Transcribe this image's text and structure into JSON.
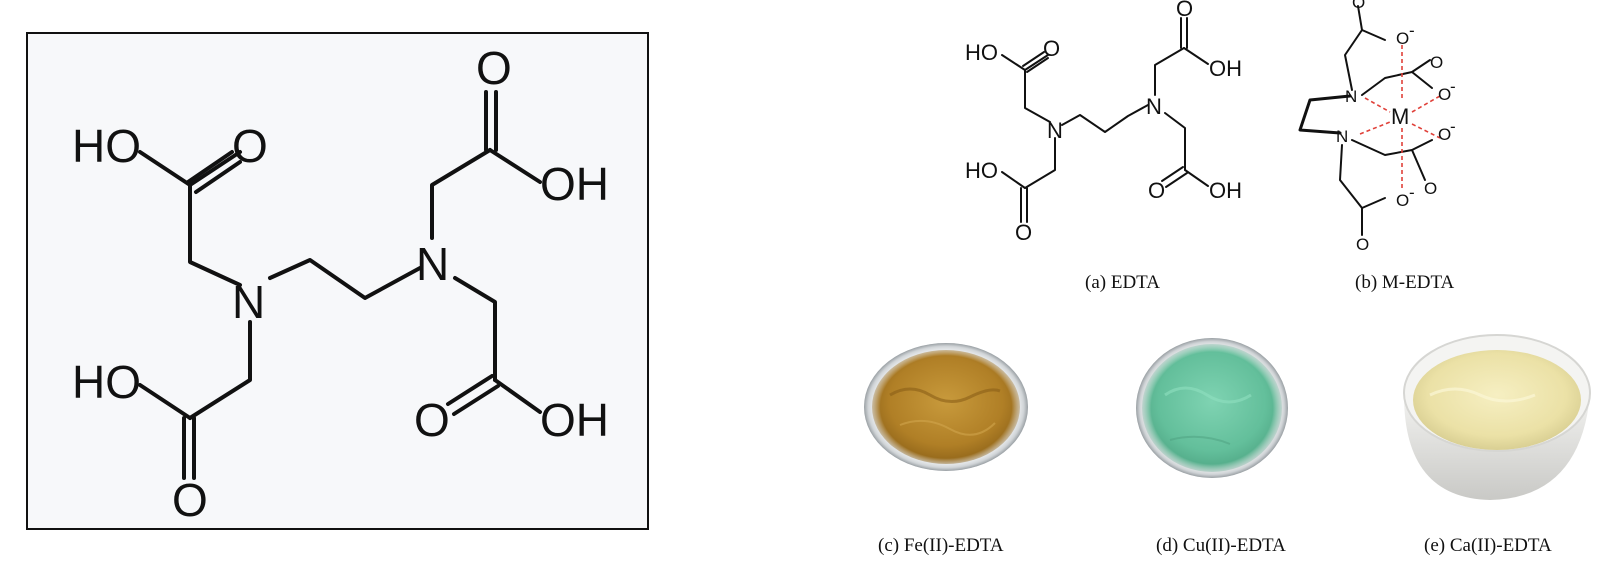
{
  "panel_main": {
    "atoms": {
      "n_left": "N",
      "n_right": "N",
      "ho_top_left": "HO",
      "o_top_left": "O",
      "o_top_right": "O",
      "oh_top_right": "OH",
      "ho_bottom_left": "HO",
      "o_bottom_left": "O",
      "o_bottom_right": "O",
      "oh_bottom_right": "OH"
    }
  },
  "panel_a": {
    "caption": "(a)  EDTA",
    "atoms": {
      "n_left": "N",
      "n_right": "N",
      "ho_top_left": "HO",
      "o_top_left": "O",
      "o_top_right": "O",
      "oh_top_right": "OH",
      "ho_bottom_left": "HO",
      "o_bottom_left": "O",
      "o_bottom_right": "O",
      "oh_bottom_right": "OH"
    }
  },
  "panel_b": {
    "caption": "(b) M-EDTA",
    "atoms": {
      "metal": "M",
      "n_top": "N",
      "n_bottom": "N",
      "o_minus_top": "O",
      "o_minus_right_top": "O",
      "o_minus_right_bottom": "O",
      "o_minus_bottom": "O",
      "o_carbonyl_top": "O",
      "o_carbonyl_right_top": "O",
      "o_carbonyl_right_bottom": "O",
      "o_carbonyl_bottom": "O",
      "charge": "-"
    }
  },
  "photos": [
    {
      "caption": "(c) Fe(II)-EDTA",
      "powder_color": "#b8862c",
      "icon": "petri-dish-powder"
    },
    {
      "caption": "(d)  Cu(II)-EDTA",
      "powder_color": "#6cc7a2",
      "icon": "petri-dish-powder"
    },
    {
      "caption": "(e) Ca(II)-EDTA",
      "powder_color": "#efe6b0",
      "icon": "bowl-powder"
    }
  ]
}
